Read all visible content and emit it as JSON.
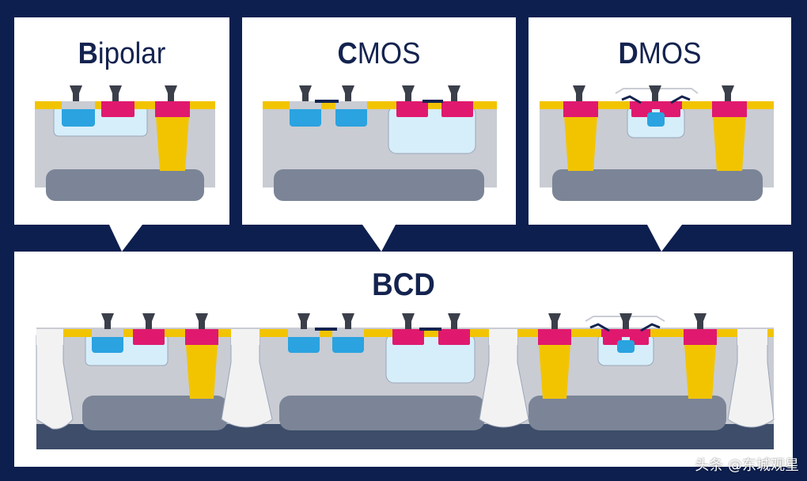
{
  "panels": {
    "bipolar": {
      "title_initial": "B",
      "title_rest": "ipolar"
    },
    "cmos": {
      "title_initial": "C",
      "title_rest": "MOS"
    },
    "dmos": {
      "title_initial": "D",
      "title_rest": "MOS"
    },
    "bcd": {
      "title": "BCD"
    }
  },
  "watermark": "头条 @东城观星",
  "colors": {
    "background": "#0d1f4f",
    "substrate": "#c9ccd3",
    "buried_layer": "#7b8597",
    "oxide": "#f2c400",
    "p_plus": "#e0196e",
    "n_plus": "#2aa3e0",
    "well": "#d6eefa",
    "contact": "#3b3f4a",
    "isolation": "#f2f2f2"
  }
}
